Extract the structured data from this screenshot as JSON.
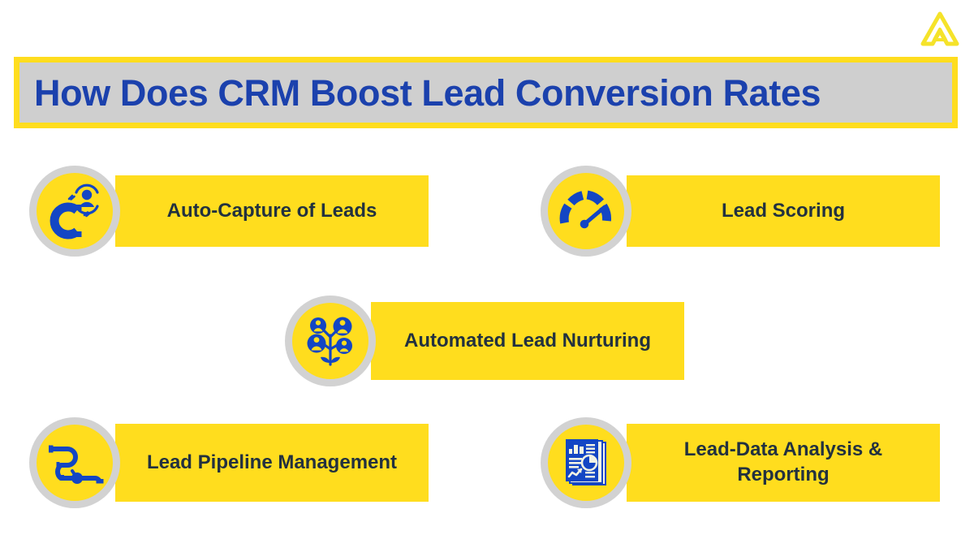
{
  "brand": {
    "logo_icon": "mountain-m-logo-icon",
    "logo_color": "#f5e32a"
  },
  "header": {
    "title": "How Does CRM Boost Lead Conversion Rates",
    "title_color": "#1b41ad",
    "banner_border_color": "#ffdd1e",
    "banner_fill_color": "#cfcfcf"
  },
  "theme": {
    "accent_yellow": "#ffdd1e",
    "ring_gray": "#d2d2d2",
    "icon_blue": "#1346c4",
    "label_text_color": "#22313f"
  },
  "features": [
    {
      "id": "auto-capture-of-leads",
      "label": "Auto-Capture of Leads",
      "icon": "magnet-lead-capture-icon"
    },
    {
      "id": "lead-scoring",
      "label": "Lead Scoring",
      "icon": "speedometer-gauge-icon"
    },
    {
      "id": "automated-lead-nurturing",
      "label": "Automated Lead Nurturing",
      "icon": "people-plant-nurturing-icon"
    },
    {
      "id": "lead-pipeline-management",
      "label": "Lead Pipeline Management",
      "icon": "pipeline-valve-icon"
    },
    {
      "id": "lead-data-analysis-reporting",
      "label": "Lead-Data Analysis & Reporting",
      "icon": "report-documents-charts-icon"
    }
  ]
}
